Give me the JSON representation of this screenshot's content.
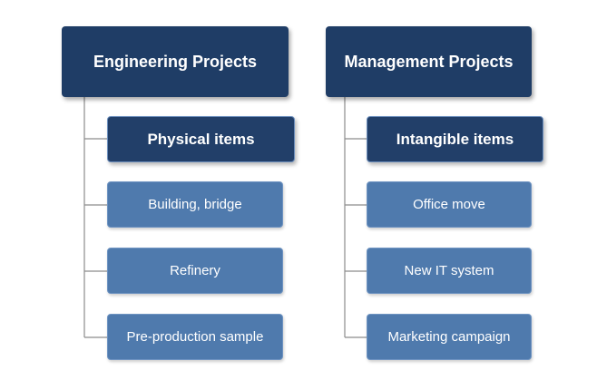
{
  "diagram": {
    "columns": [
      {
        "root_label": "Engineering Projects",
        "category_label": "Physical items",
        "items": [
          "Building, bridge",
          "Refinery",
          "Pre-production sample"
        ]
      },
      {
        "root_label": "Management Projects",
        "category_label": "Intangible items",
        "items": [
          "Office move",
          "New IT system",
          "Marketing campaign"
        ]
      }
    ]
  },
  "colors": {
    "root": "#1f3d66",
    "category": "#223f69",
    "item": "#4f7aad",
    "connector": "#8c8c8c"
  }
}
